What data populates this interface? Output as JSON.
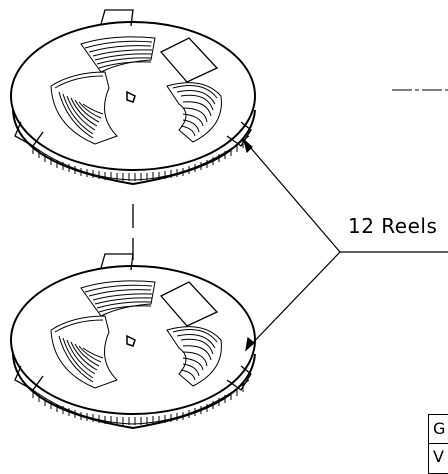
{
  "callout": {
    "label": "12 Reels"
  },
  "table": {
    "row1": "G",
    "row2": "V"
  },
  "style": {
    "line_color": "#000000",
    "background": "#ffffff"
  }
}
